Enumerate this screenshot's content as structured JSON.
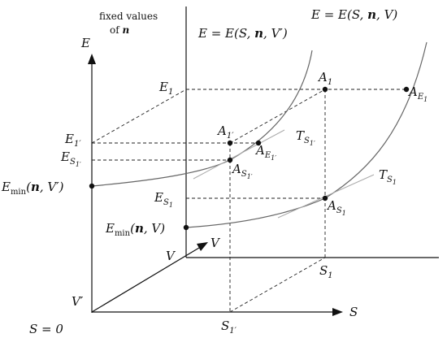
{
  "labels": {
    "fixed_values": "fixed values",
    "of_n": "of ",
    "n": "n",
    "E_axis": "E",
    "S_axis": "S",
    "V_axis": "V",
    "V_tick": "V",
    "V_prime_tick": "V′",
    "S_zero": "S = 0",
    "curve_V_prime": "E = E(S, ",
    "curve_V_prime_end": ", V′)",
    "curve_V": "E = E(S, ",
    "curve_V_end": ", V)",
    "E1": "E",
    "E1_sub": "1",
    "E1p": "E",
    "E1p_sub": "1′",
    "ES1p": "E",
    "ES1p_sub": "S",
    "ES1p_subsub": "1′",
    "ES1": "E",
    "ES1_sub": "S",
    "ES1_subsub": "1",
    "Emin_Vp": "E",
    "Emin_sub": "min",
    "Emin_Vp_args_a": "(",
    "Emin_Vp_args_b": ", V′)",
    "Emin_V": "E",
    "Emin_V_args_a": "(",
    "Emin_V_args_b": ", V)",
    "A1": "A",
    "A1_sub": "1",
    "A1p": "A",
    "A1p_sub": "1′",
    "AE1p": "A",
    "AE1p_sub": "E",
    "AE1p_subsub": "1′",
    "AS1p": "A",
    "AS1p_sub": "S",
    "AS1p_subsub": "1′",
    "AE1": "A",
    "AE1_sub": "E",
    "AE1_subsub": "1",
    "AS1": "A",
    "AS1_sub": "S",
    "AS1_subsub": "1",
    "TS1p": "T",
    "TS1p_sub": "S",
    "TS1p_subsub": "1′",
    "TS1": "T",
    "TS1_sub": "S",
    "TS1_subsub": "1",
    "S1": "S",
    "S1_sub": "1",
    "S1p": "S",
    "S1p_sub": "1′"
  }
}
